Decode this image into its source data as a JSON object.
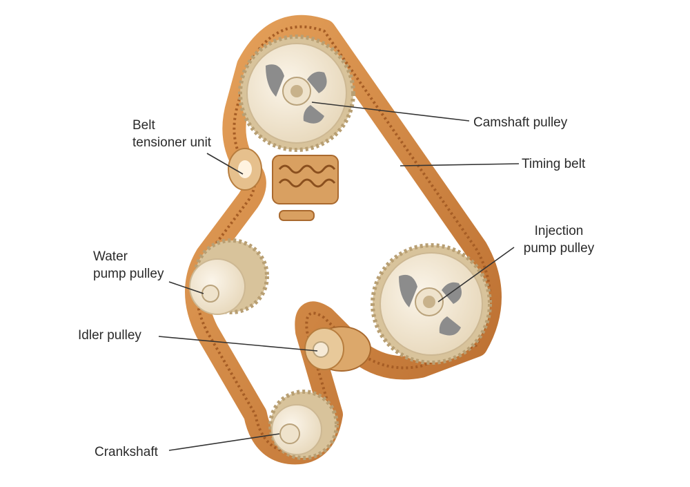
{
  "labels": {
    "camshaft_pulley": "Camshaft pulley",
    "timing_belt": "Timing belt",
    "belt_tensioner_line1": "Belt",
    "belt_tensioner_line2": "tensioner unit",
    "injection_line1": "Injection",
    "injection_line2": "pump pulley",
    "water_line1": "Water",
    "water_line2": "pump pulley",
    "idler_pulley": "Idler pulley",
    "crankshaft": "Crankshaft"
  },
  "colors": {
    "belt": "#d98f45",
    "belt_dark": "#a9612a",
    "pulley_face": "#f4ead8",
    "pulley_teeth": "#e3cfa9",
    "leader_line": "#333333"
  }
}
